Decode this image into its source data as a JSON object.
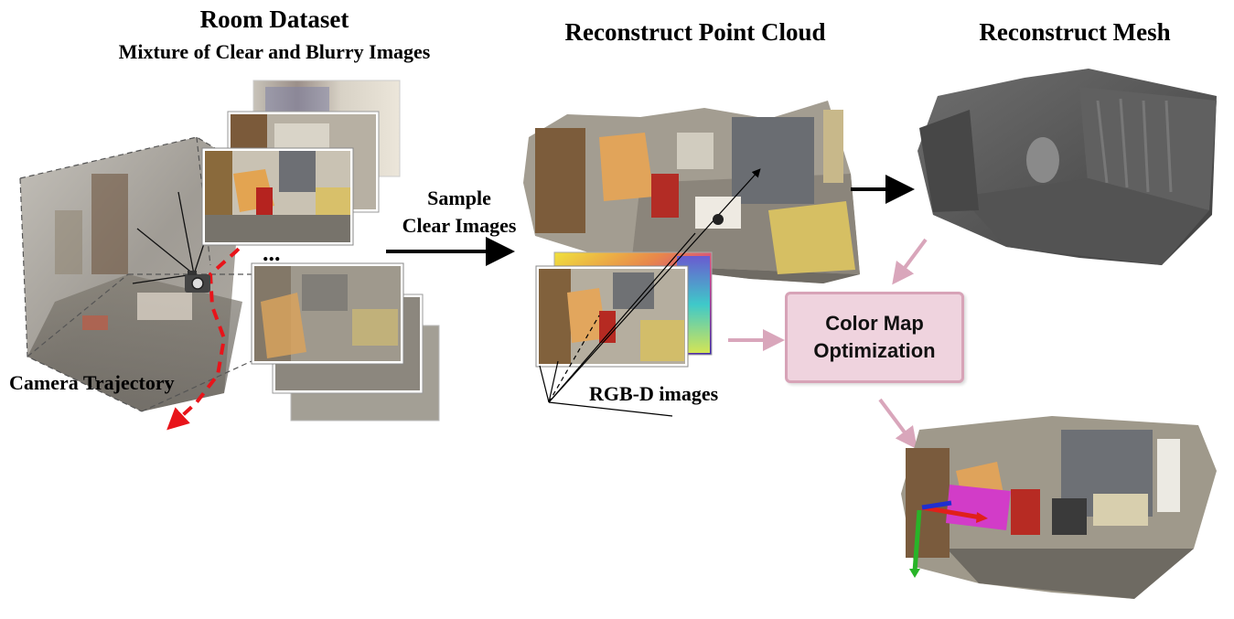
{
  "titles": {
    "room_dataset": "Room Dataset",
    "mixture": "Mixture of Clear and Blurry Images",
    "point_cloud": "Reconstruct Point Cloud",
    "mesh": "Reconstruct Mesh"
  },
  "labels": {
    "sample_line1": "Sample",
    "sample_line2": "Clear Images",
    "camera_trajectory": "Camera Trajectory",
    "rgbd_images": "RGB-D images",
    "ellipsis": "...",
    "color_map_line1": "Color Map",
    "color_map_line2": "Optimization"
  },
  "colors": {
    "arrow_black": "#000000",
    "arrow_pink": "#d9a6bb",
    "box_fill": "#efd3de",
    "box_border": "#d7a3b7",
    "trajectory_red": "#e8141a",
    "mesh_gray": "#5c5c5c",
    "highlight_magenta": "#d23cc8"
  },
  "icons": [
    "camera-icon",
    "coordinate-axes-icon"
  ]
}
